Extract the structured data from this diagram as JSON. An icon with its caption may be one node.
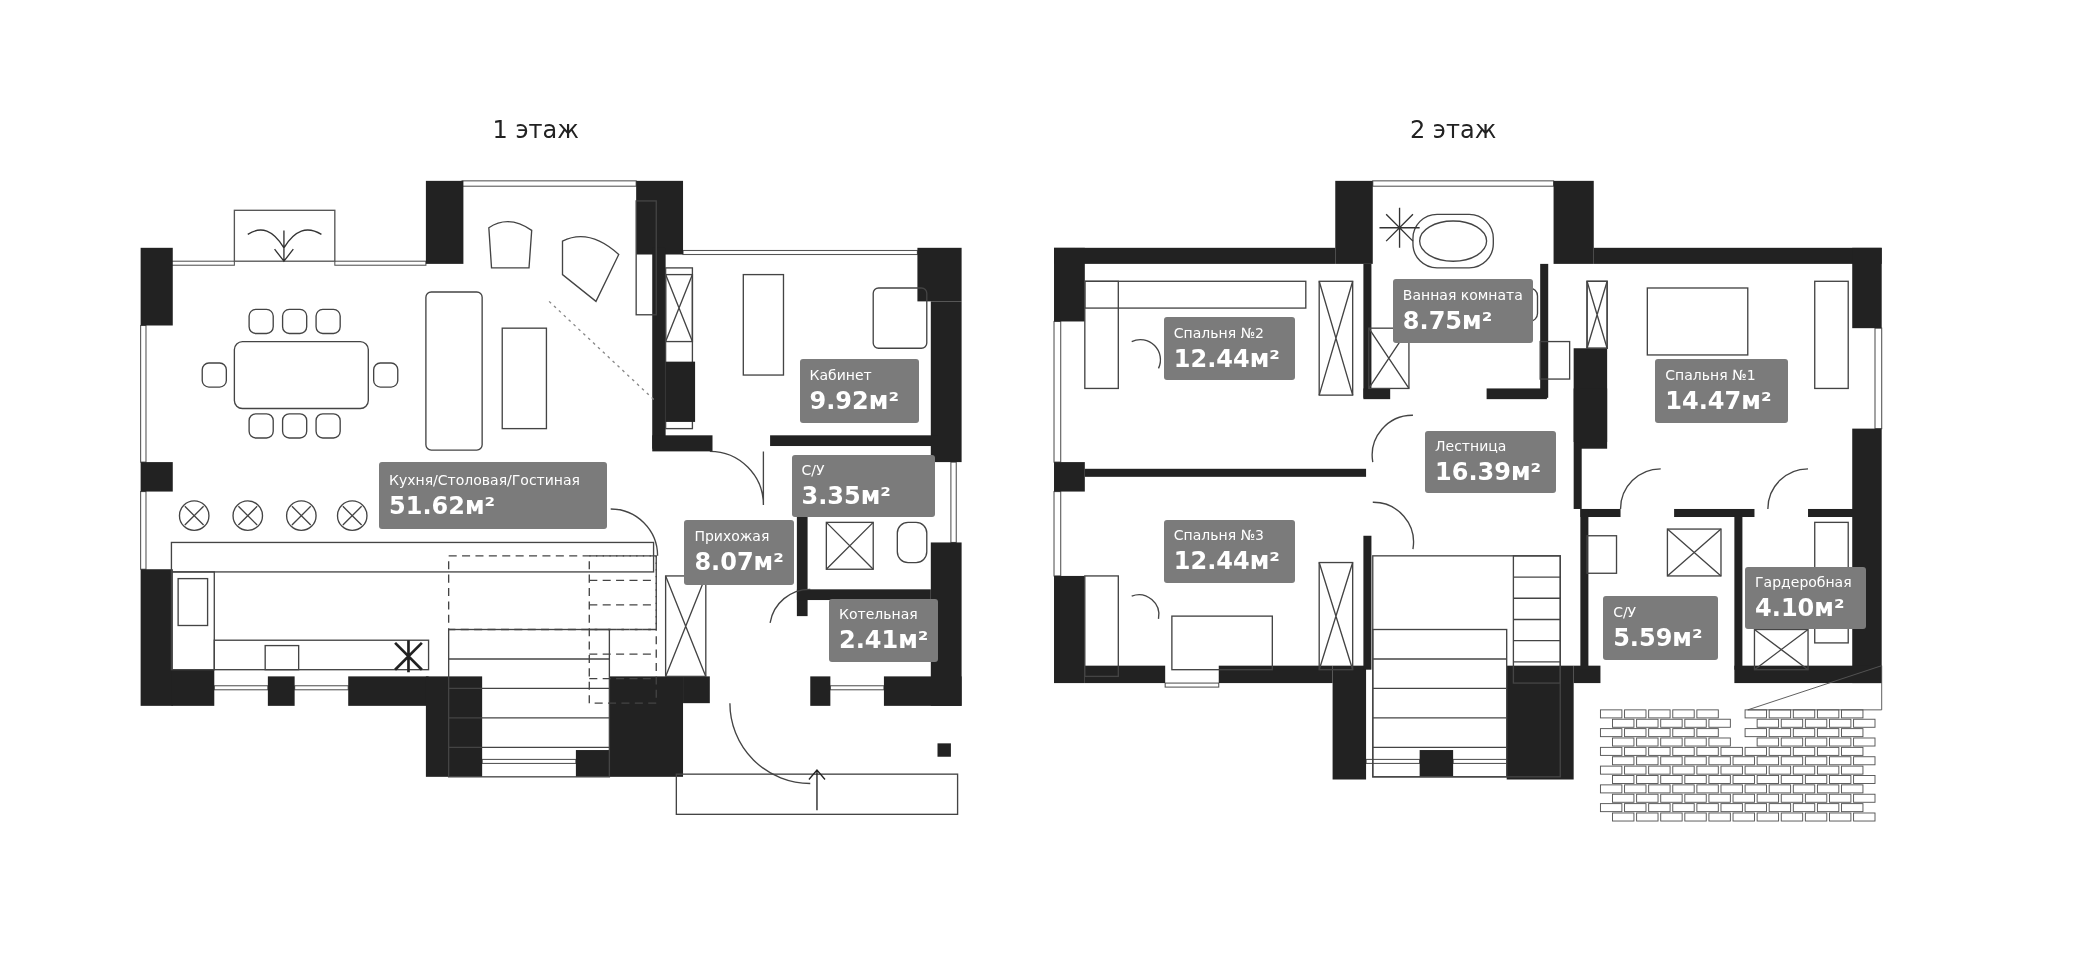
{
  "diagram": {
    "nodes": [
      {
        "text": [
          "Кабинет",
          "9.92м²"
        ]
      },
      {
        "text": [
          "Кухня/Столовая/Гостиная",
          "51.62м²"
        ]
      },
      {
        "text": [
          "С/У",
          "3.35м²"
        ]
      },
      {
        "text": [
          "Прихожая",
          "8.07м²"
        ]
      },
      {
        "text": [
          "Котельная",
          "2.41м²"
        ]
      },
      {
        "text": [
          "Ванная комната",
          "8.75м²"
        ]
      },
      {
        "text": [
          "Спальня №2",
          "12.44м²"
        ]
      },
      {
        "text": [
          "Спальня №1",
          "14.47м²"
        ]
      },
      {
        "text": [
          "Лестница",
          "16.39м²"
        ]
      },
      {
        "text": [
          "Спальня №3",
          "12.44м²"
        ]
      },
      {
        "text": [
          "Гардеробная",
          "4.10м²"
        ]
      },
      {
        "text": [
          "С/У",
          "5.59м²"
        ]
      }
    ],
    "labels": [
      "1 этаж",
      "2 этаж"
    ]
  }
}
